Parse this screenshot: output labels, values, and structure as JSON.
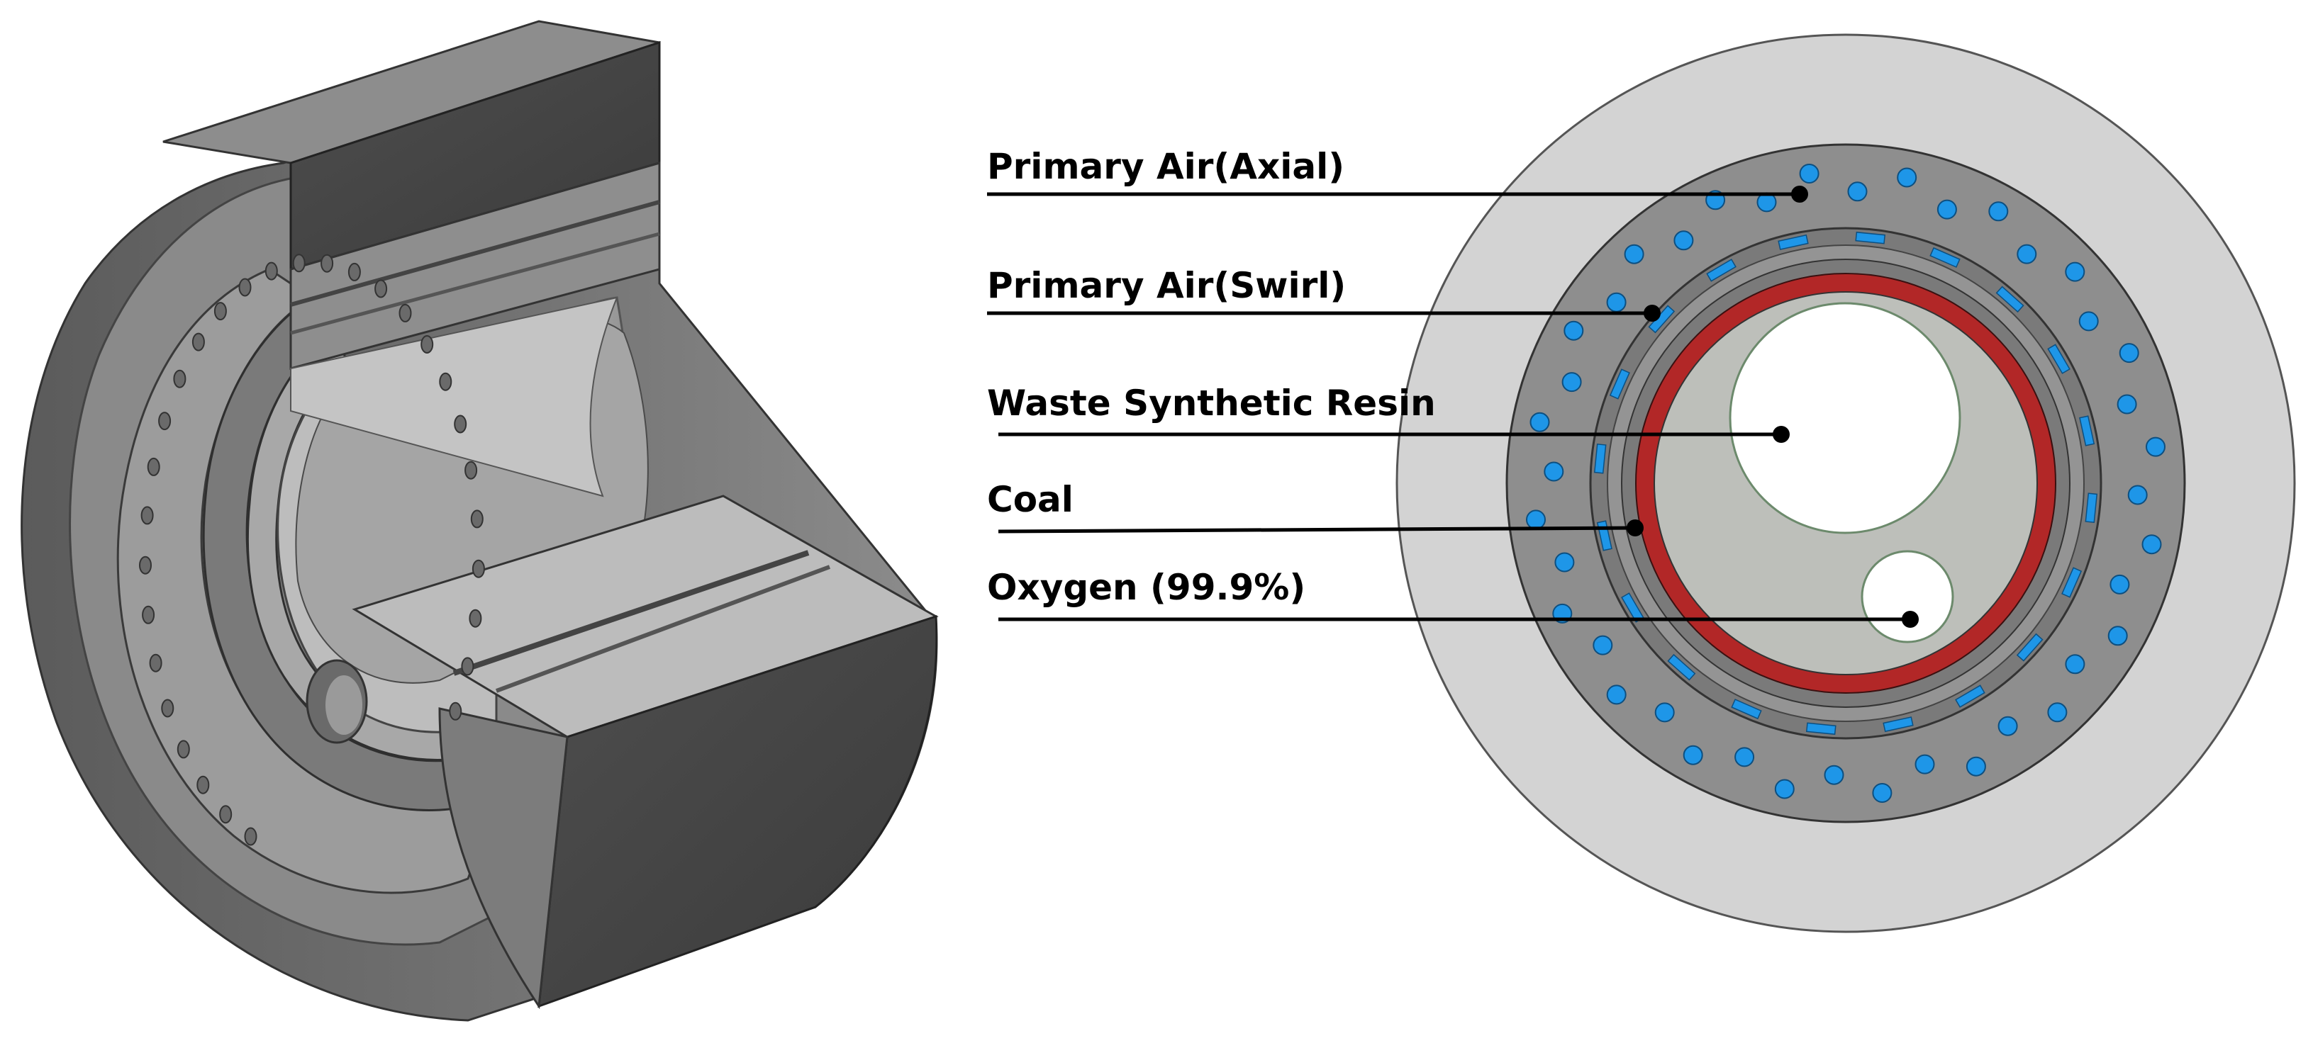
{
  "labels": {
    "primary_air_axial": "Primary Air(Axial)",
    "primary_air_swirl": "Primary Air(Swirl)",
    "waste_synthetic_resin": "Waste Synthetic Resin",
    "coal": "Coal",
    "oxygen": "Oxygen (99.9%)"
  },
  "colors": {
    "outer_ring": "#d3d3d3",
    "body": "#8e8e8e",
    "swirl_channel": "#6d6d6d",
    "coal_ring": "#b22727",
    "inner_face": "#bdbfba",
    "port_fill": "#ffffff",
    "air_hole": "#1e96e8",
    "leader_line": "#000000"
  },
  "features": {
    "axial_air_hole_count": 40,
    "swirl_slot_count": 20,
    "views": [
      "cutaway-3d",
      "front-section"
    ]
  }
}
